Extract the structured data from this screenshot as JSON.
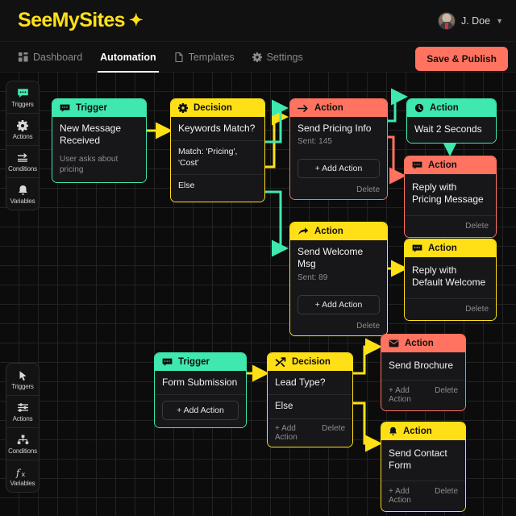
{
  "header": {
    "brand": "SeeMySites",
    "brand_spark": "✦",
    "user_name": "J. Doe",
    "caret": "▼"
  },
  "nav": {
    "items": [
      {
        "label": "Dashboard",
        "icon": "grid-icon",
        "active": false
      },
      {
        "label": "Automation",
        "icon": "none",
        "active": true
      },
      {
        "label": "Templates",
        "icon": "file-icon",
        "active": false
      },
      {
        "label": "Settings",
        "icon": "gear-icon",
        "active": false
      }
    ],
    "publish_label": "Save & Publish"
  },
  "palettes": {
    "top": [
      {
        "label": "Triggers",
        "icon": "chat-bubble-icon"
      },
      {
        "label": "Actions",
        "icon": "gear-icon"
      },
      {
        "label": "Conditions",
        "icon": "arrow-split-icon"
      },
      {
        "label": "Variables",
        "icon": "bell-icon"
      }
    ],
    "bottom": [
      {
        "label": "Triggers",
        "icon": "cursor-icon"
      },
      {
        "label": "Actions",
        "icon": "sliders-icon"
      },
      {
        "label": "Conditions",
        "icon": "hierarchy-icon"
      },
      {
        "label": "Variables",
        "icon": "fx-icon"
      }
    ]
  },
  "colors": {
    "teal": "#3FE8AE",
    "yellow": "#FFE017",
    "red": "#FF7360",
    "canvas_bg": "#0c0c0c",
    "grid_line": "#232323",
    "node_bg": "#17171a"
  },
  "nodes": {
    "trigger_new_message": {
      "kind": "Trigger",
      "icon": "chat-bubble-icon",
      "title": "New Message Received",
      "subtitle": "User asks about pricing"
    },
    "decision_keywords": {
      "kind": "Decision",
      "icon": "gear-icon",
      "title": "Keywords Match?",
      "branch_match": "Match: 'Pricing', 'Cost'",
      "branch_else": "Else"
    },
    "action_send_pricing": {
      "kind": "Action",
      "icon": "arrow-right-icon",
      "title": "Send Pricing Info",
      "stat": "Sent: 145",
      "add_label": "+ Add Action",
      "delete_label": "Delete"
    },
    "action_wait": {
      "kind": "Action",
      "icon": "clock-icon",
      "title": "Wait 2 Seconds"
    },
    "action_reply_pricing": {
      "kind": "Action",
      "icon": "chat-bubble-icon",
      "title": "Reply with Pricing Message",
      "delete_label": "Delete"
    },
    "action_send_welcome": {
      "kind": "Action",
      "icon": "share-arrow-icon",
      "title": "Send Welcome Msg",
      "stat": "Sent: 89",
      "add_label": "+ Add Action",
      "delete_label": "Delete"
    },
    "action_reply_default": {
      "kind": "Action",
      "icon": "chat-bubble-icon",
      "title": "Reply with Default Welcome",
      "delete_label": "Delete"
    },
    "trigger_form": {
      "kind": "Trigger",
      "icon": "chat-bubble-icon",
      "title": "Form Submission",
      "add_label": "+ Add Action"
    },
    "decision_lead_type": {
      "kind": "Decision",
      "icon": "arrow-split-icon",
      "title": "Lead Type?",
      "branch_else": "Else",
      "add_label": "+ Add Action",
      "delete_label": "Delete"
    },
    "action_brochure": {
      "kind": "Action",
      "icon": "mail-icon",
      "title": "Send Brochure",
      "add_label": "+ Add Action",
      "delete_label": "Delete"
    },
    "action_contact_form": {
      "kind": "Action",
      "icon": "bell-icon",
      "title": "Send Contact Form",
      "add_label": "+ Add Action",
      "delete_label": "Delete"
    }
  }
}
